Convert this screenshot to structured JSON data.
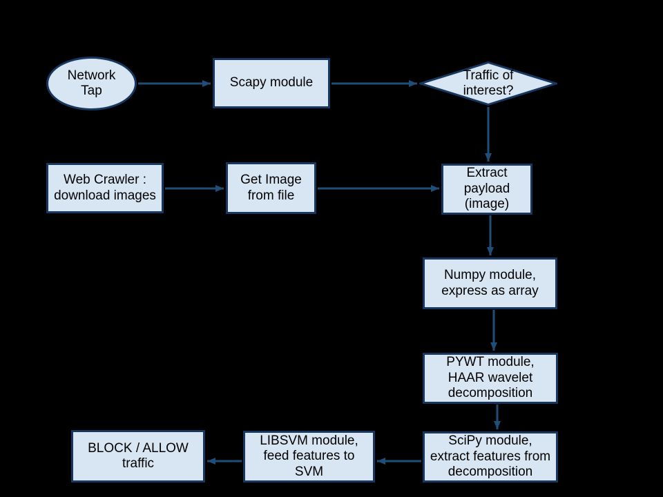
{
  "colors": {
    "background": "#000000",
    "node_fill": "#D8E5F2",
    "node_border": "#17375E",
    "arrow": "#1F4E79",
    "text": "#000000"
  },
  "nodes": {
    "network_tap": {
      "shape": "ellipse",
      "label": "Network\nTap"
    },
    "scapy": {
      "shape": "rect",
      "label": "Scapy module"
    },
    "traffic_decision": {
      "shape": "diamond",
      "label": "Traffic of\ninterest?"
    },
    "web_crawler": {
      "shape": "rect",
      "label": "Web Crawler :\ndownload images"
    },
    "get_image": {
      "shape": "rect",
      "label": "Get Image\nfrom file"
    },
    "extract_payload": {
      "shape": "rect",
      "label": "Extract\npayload\n(image)"
    },
    "numpy": {
      "shape": "rect",
      "label": "Numpy module,\nexpress as array"
    },
    "pywt": {
      "shape": "rect",
      "label": "PYWT module,\nHAAR wavelet\ndecomposition"
    },
    "scipy": {
      "shape": "rect",
      "label": "SciPy module,\nextract features from\ndecomposition"
    },
    "libsvm": {
      "shape": "rect",
      "label": "LIBSVM module,\nfeed features to\nSVM"
    },
    "block_allow": {
      "shape": "rect",
      "label": "BLOCK / ALLOW\ntraffic"
    }
  },
  "edges": [
    {
      "from": "network_tap",
      "to": "scapy"
    },
    {
      "from": "scapy",
      "to": "traffic_decision"
    },
    {
      "from": "traffic_decision",
      "to": "extract_payload"
    },
    {
      "from": "web_crawler",
      "to": "get_image"
    },
    {
      "from": "get_image",
      "to": "extract_payload"
    },
    {
      "from": "extract_payload",
      "to": "numpy"
    },
    {
      "from": "numpy",
      "to": "pywt"
    },
    {
      "from": "pywt",
      "to": "scipy"
    },
    {
      "from": "scipy",
      "to": "libsvm"
    },
    {
      "from": "libsvm",
      "to": "block_allow"
    }
  ]
}
